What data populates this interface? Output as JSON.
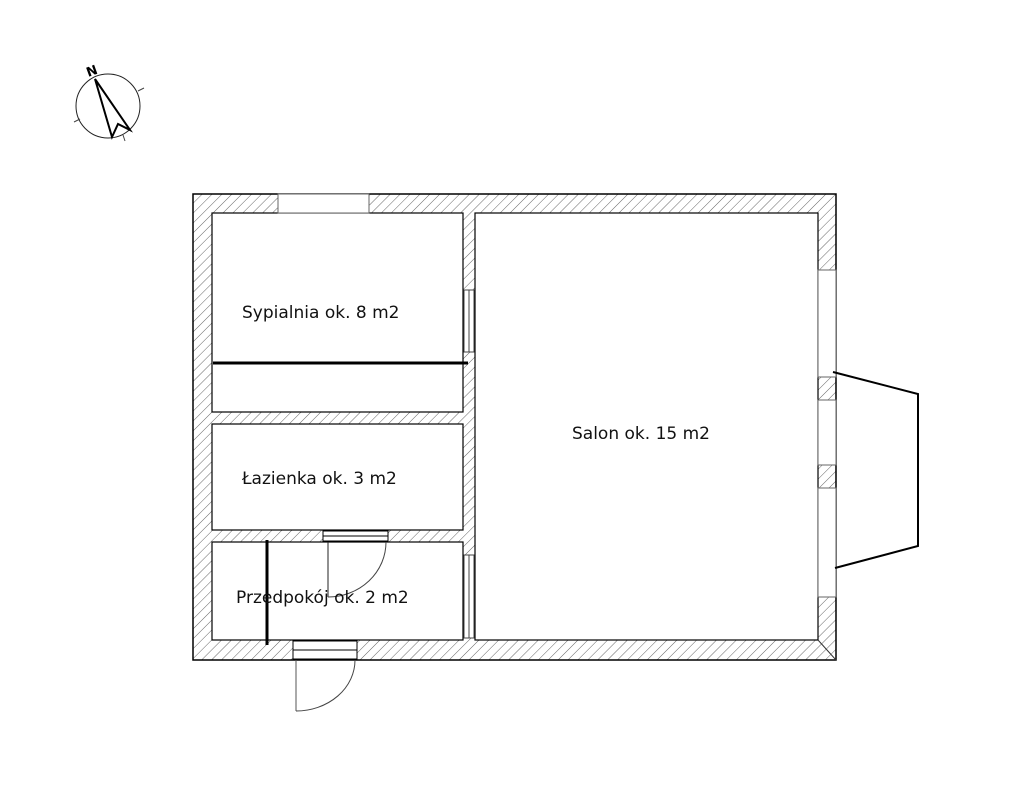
{
  "compass": {
    "letter": "N"
  },
  "rooms": [
    {
      "name": "Sypialnia ok. 8 m2"
    },
    {
      "name": "Salon ok. 15 m2"
    },
    {
      "name": "Łazienka ok. 3 m2"
    },
    {
      "name": "Przedpokój ok. 2 m2"
    }
  ],
  "colors": {
    "line": "#000000",
    "hatch": "#555555",
    "background": "#ffffff"
  }
}
